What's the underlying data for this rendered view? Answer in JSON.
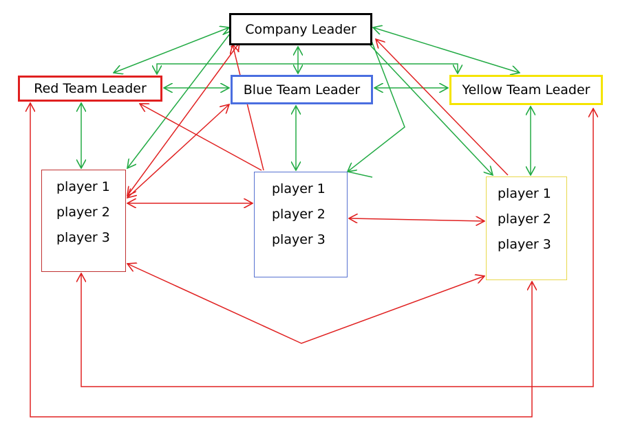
{
  "leaders": {
    "company": "Company Leader",
    "red": "Red Team Leader",
    "blue": "Blue Team Leader",
    "yellow": "Yellow Team Leader"
  },
  "teams": {
    "red": [
      "player 1",
      "player 2",
      "player 3"
    ],
    "blue": [
      "player 1",
      "player 2",
      "player 3"
    ],
    "yellow": [
      "player 1",
      "player 2",
      "player 3"
    ]
  },
  "colors": {
    "green_link": "#22aa44",
    "red_link": "#e02020",
    "red_border": "#e02020",
    "blue_border": "#4a6ee0",
    "yellow_border": "#f5e400",
    "company_border": "#000000"
  }
}
